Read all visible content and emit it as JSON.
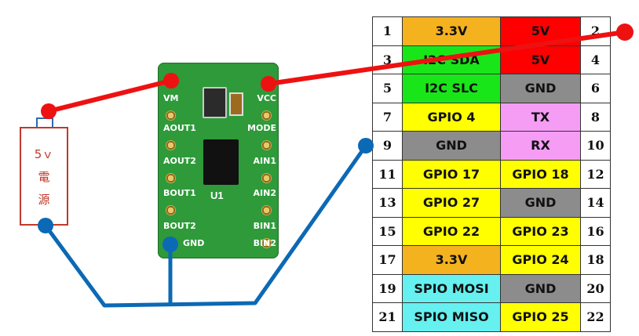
{
  "power_supply": {
    "line1": "5ｖ",
    "line2": "電",
    "line3": "源"
  },
  "module": {
    "left_pins": [
      "VM",
      "AOUT1",
      "AOUT2",
      "BOUT1",
      "BOUT2",
      "GND"
    ],
    "right_pins": [
      "VCC",
      "MODE",
      "AIN1",
      "AIN2",
      "BIN1",
      "BIN2"
    ],
    "chip_label": "U1"
  },
  "header_table": {
    "rows": [
      {
        "n1": "1",
        "s1": "3.3V",
        "c1": "#f5b21f",
        "s2": "5V",
        "c2": "#ff0000",
        "n2": "2"
      },
      {
        "n1": "3",
        "s1": "I2C SDA",
        "c1": "#19e619",
        "s2": "5V",
        "c2": "#ff0000",
        "n2": "4"
      },
      {
        "n1": "5",
        "s1": "I2C SLC",
        "c1": "#19e619",
        "s2": "GND",
        "c2": "#8c8c8c",
        "n2": "6"
      },
      {
        "n1": "7",
        "s1": "GPIO 4",
        "c1": "#ffff00",
        "s2": "TX",
        "c2": "#f59cf5",
        "n2": "8"
      },
      {
        "n1": "9",
        "s1": "GND",
        "c1": "#8c8c8c",
        "s2": "RX",
        "c2": "#f59cf5",
        "n2": "10"
      },
      {
        "n1": "11",
        "s1": "GPIO 17",
        "c1": "#ffff00",
        "s2": "GPIO 18",
        "c2": "#ffff00",
        "n2": "12"
      },
      {
        "n1": "13",
        "s1": "GPIO 27",
        "c1": "#ffff00",
        "s2": "GND",
        "c2": "#8c8c8c",
        "n2": "14"
      },
      {
        "n1": "15",
        "s1": "GPIO 22",
        "c1": "#ffff00",
        "s2": "GPIO 23",
        "c2": "#ffff00",
        "n2": "16"
      },
      {
        "n1": "17",
        "s1": "3.3V",
        "c1": "#f5b21f",
        "s2": "GPIO 24",
        "c2": "#ffff00",
        "n2": "18"
      },
      {
        "n1": "19",
        "s1": "SPIO MOSI",
        "c1": "#66f0f0",
        "s2": "GND",
        "c2": "#8c8c8c",
        "n2": "20"
      },
      {
        "n1": "21",
        "s1": "SPIO MISO",
        "c1": "#66f0f0",
        "s2": "GPIO 25",
        "c2": "#ffff00",
        "n2": "22"
      }
    ]
  },
  "colors": {
    "power_wire": "#ee1111",
    "ground_wire": "#0b69b5"
  }
}
